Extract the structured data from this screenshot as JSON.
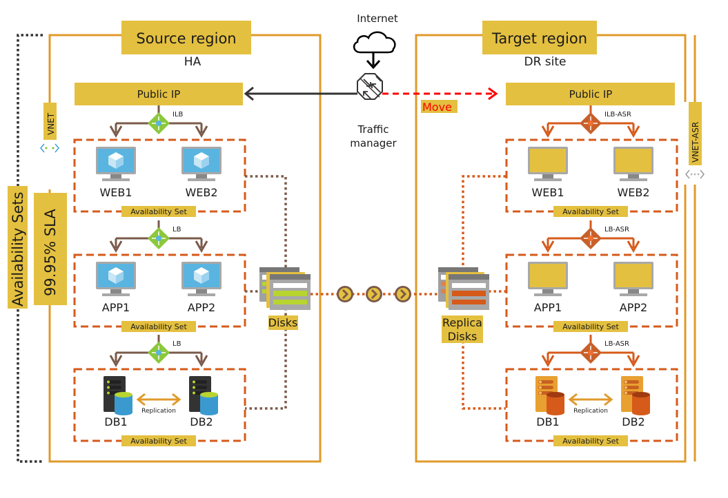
{
  "colors": {
    "region_border": "#E09A2A",
    "label_fill": "#E4C040",
    "avset_border": "#D65A1A",
    "source_lb_arrow": "#7A5A4A",
    "target_lb_arrow": "#D65A1A",
    "source_lb_icon": "#8CC83C",
    "target_lb_icon": "#C8602A",
    "move_red": "#FF0000",
    "vm_source_screen": "#5AB4E0",
    "vm_target_screen": "#E4C040",
    "availability_dots": "#333333"
  },
  "internet": {
    "label": "Internet",
    "icon": "cloud-icon"
  },
  "traffic_manager": {
    "label_line1": "Traffic",
    "label_line2": "manager",
    "icon": "traffic-manager-icon"
  },
  "move_label": "Move",
  "left_side": {
    "availability_sets_label": "Availability Sets",
    "sla_label": "99.95% SLA"
  },
  "source": {
    "title": "Source region",
    "subtitle": "HA",
    "public_ip": "Public IP",
    "vnet_label": "VNET",
    "tiers": [
      {
        "lb_label": "ILB",
        "vms": [
          "WEB1",
          "WEB2"
        ],
        "avset_label": "Availability Set",
        "type": "vm"
      },
      {
        "lb_label": "LB",
        "vms": [
          "APP1",
          "APP2"
        ],
        "avset_label": "Availability Set",
        "type": "vm"
      },
      {
        "lb_label": "LB",
        "vms": [
          "DB1",
          "DB2"
        ],
        "avset_label": "Availability Set",
        "type": "db",
        "replication_label": "Replication"
      }
    ],
    "disks_label": "Disks"
  },
  "target": {
    "title": "Target region",
    "subtitle": "DR site",
    "public_ip": "Public IP",
    "vnet_label": "VNET-ASR",
    "tiers": [
      {
        "lb_label": "ILB-ASR",
        "vms": [
          "WEB1",
          "WEB2"
        ],
        "avset_label": "Availability Set",
        "type": "vm"
      },
      {
        "lb_label": "LB-ASR",
        "vms": [
          "APP1",
          "APP2"
        ],
        "avset_label": "Availability Set",
        "type": "vm"
      },
      {
        "lb_label": "LB-ASR",
        "vms": [
          "DB1",
          "DB2"
        ],
        "avset_label": "Availability Set",
        "type": "db",
        "replication_label": "Replication"
      }
    ],
    "disks_label_line1": "Replica",
    "disks_label_line2": "Disks"
  },
  "replication_chevrons": 3
}
